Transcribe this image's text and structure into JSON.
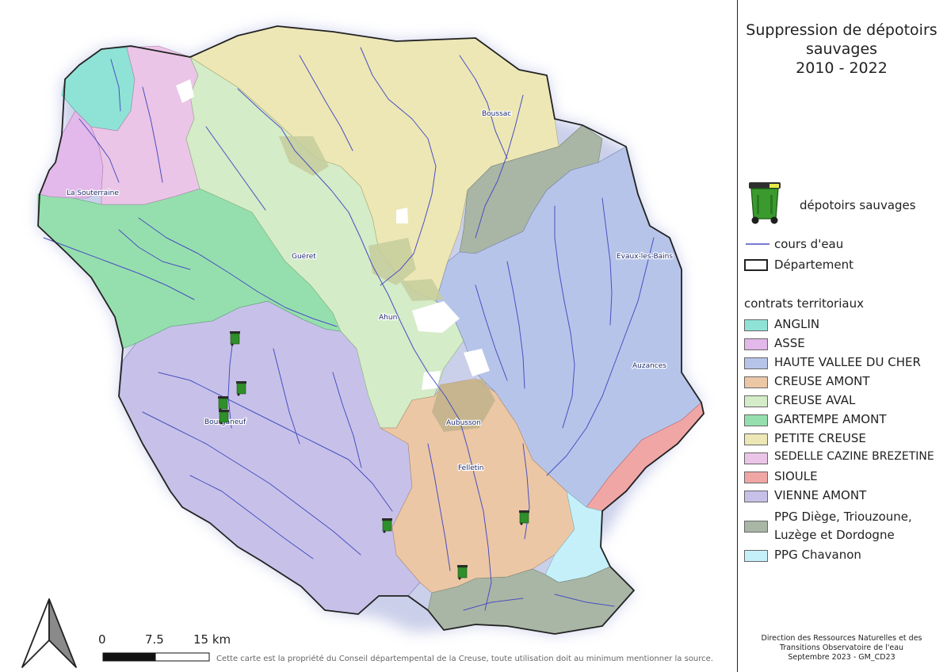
{
  "legend": {
    "title_lines": [
      "Suppression de dépotoirs",
      "sauvages",
      "2010 - 2022"
    ],
    "point_symbol": {
      "label": "dépotoirs sauvages",
      "icon": "green-trash-bin-icon"
    },
    "river": {
      "label": "cours d'eau",
      "color": "#4a4fc0"
    },
    "department": {
      "label": "Département",
      "color": "#222222"
    },
    "classes_title": "contrats territoriaux",
    "classes": [
      {
        "label": "ANGLIN",
        "color": "#8fe3d6"
      },
      {
        "label": "ASSE",
        "color": "#e3b8ea"
      },
      {
        "label": "HAUTE VALLEE DU CHER",
        "color": "#b7c4ea"
      },
      {
        "label": "CREUSE AMONT",
        "color": "#ecc7a6"
      },
      {
        "label": "CREUSE AVAL",
        "color": "#d4ecc8"
      },
      {
        "label": "GARTEMPE AMONT",
        "color": "#95dfae"
      },
      {
        "label": "PETITE CREUSE",
        "color": "#ede7b6"
      },
      {
        "label": "SEDELLE CAZINE BREZETINE",
        "color": "#ebc5e7"
      },
      {
        "label": "SIOULE",
        "color": "#f1a6a6"
      },
      {
        "label": "VIENNE AMONT",
        "color": "#c7c1e9"
      },
      {
        "label": "PPG Diège, Triouzoune,",
        "label2": "Luzège et Dordogne",
        "color": "#a9b6a5"
      },
      {
        "label": "PPG Chavanon",
        "color": "#c5f0fa"
      }
    ]
  },
  "places": [
    {
      "name": "Boussac"
    },
    {
      "name": "La Souterraine"
    },
    {
      "name": "Guéret"
    },
    {
      "name": "Evaux-les-Bains"
    },
    {
      "name": "Ahun"
    },
    {
      "name": "Auzances"
    },
    {
      "name": "Bourganeuf"
    },
    {
      "name": "Aubusson"
    },
    {
      "name": "Felletin"
    }
  ],
  "scale_bar": {
    "labels": [
      "0",
      "7.5",
      "15 km"
    ]
  },
  "notice": "Cette carte est la propriété du Conseil départempental de la Creuse, toute utilisation doit au minimum mentionner la source.",
  "credits_lines": [
    "Direction des Ressources Naturelles et des",
    "Transitions Observatoire de l'eau",
    "Septembre 2023 - GM_CD23"
  ]
}
